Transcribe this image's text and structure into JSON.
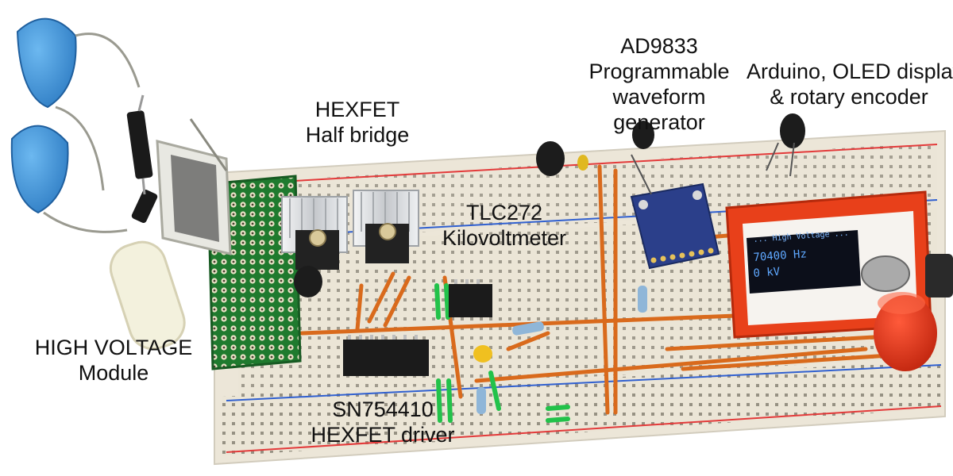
{
  "labels": {
    "hv_module": {
      "line1": "HIGH VOLTAGE",
      "line2": "Module"
    },
    "hexfet_half_bridge": {
      "line1": "HEXFET",
      "line2": "Half bridge"
    },
    "ad9833": {
      "line1": "AD9833",
      "line2": "Programmable",
      "line3": "waveform",
      "line4": "generator"
    },
    "arduino": {
      "line1": "Arduino, OLED display",
      "line2": "& rotary encoder"
    },
    "tlc272": {
      "line1": "TLC272",
      "line2": "Kilovoltmeter"
    },
    "sn754410": {
      "line1": "SN754410",
      "line2": "HEXFET driver"
    }
  },
  "oled": {
    "header": "... High Voltage ...",
    "frequency": "70400 Hz",
    "voltage": "0 kV"
  },
  "colors": {
    "breadboard": "#ece6d8",
    "protoboard": "#1f7a2e",
    "capacitor_blue": "#3a8fd4",
    "oled_frame": "#e8401a",
    "knob_red": "#d82a10",
    "module_blue": "#2b3f8a",
    "wire_orange": "#d96a1c",
    "wire_green": "#22c24a",
    "heatsink": "#c9ccd0"
  }
}
